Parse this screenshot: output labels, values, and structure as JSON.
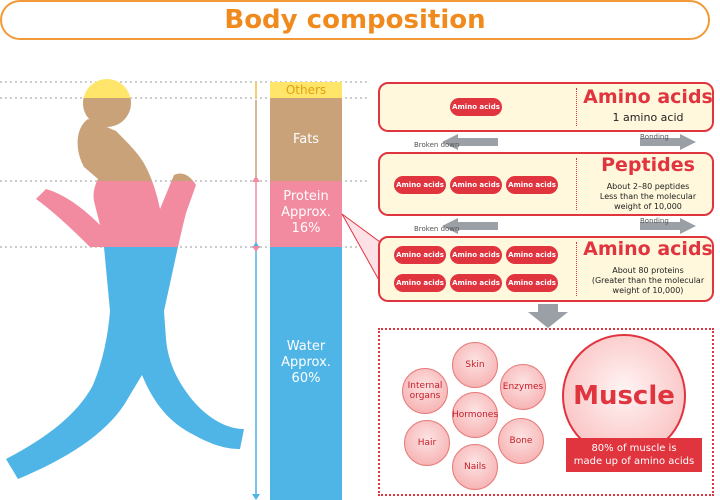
{
  "title": "Body composition",
  "bar": {
    "others": "Others",
    "fats": "Fats",
    "protein": "Protein\nApprox.\n16%",
    "water": "Water\nApprox.\n60%"
  },
  "panels": [
    {
      "pill": "Amino acids",
      "heading": "Amino acids",
      "desc": "1 amino acid"
    },
    {
      "pill": "Amino acids",
      "heading": "Peptides",
      "desc": "About 2–80 peptides\nLess than the molecular\nweight of 10,000"
    },
    {
      "pill": "Amino acids",
      "heading": "Amino acids",
      "desc": "About 80 proteins\n(Greater than the molecular\nweight of 10,000)"
    }
  ],
  "arrows": {
    "broken_down": "Broken down",
    "bonding": "Bonding"
  },
  "circles": {
    "skin": "Skin",
    "internal_organs": "Internal\norgans",
    "enzymes": "Enzymes",
    "hormones": "Hormones",
    "hair": "Hair",
    "bone": "Bone",
    "nails": "Nails"
  },
  "muscle": {
    "label": "Muscle",
    "caption": "80% of muscle is\nmade up of amino acids"
  },
  "colors": {
    "accent": "#e0343f",
    "title": "#f08a1c",
    "water": "#4fb4e6",
    "protein": "#f28aa0",
    "fats": "#c9a27a",
    "others": "#ffe66a"
  }
}
